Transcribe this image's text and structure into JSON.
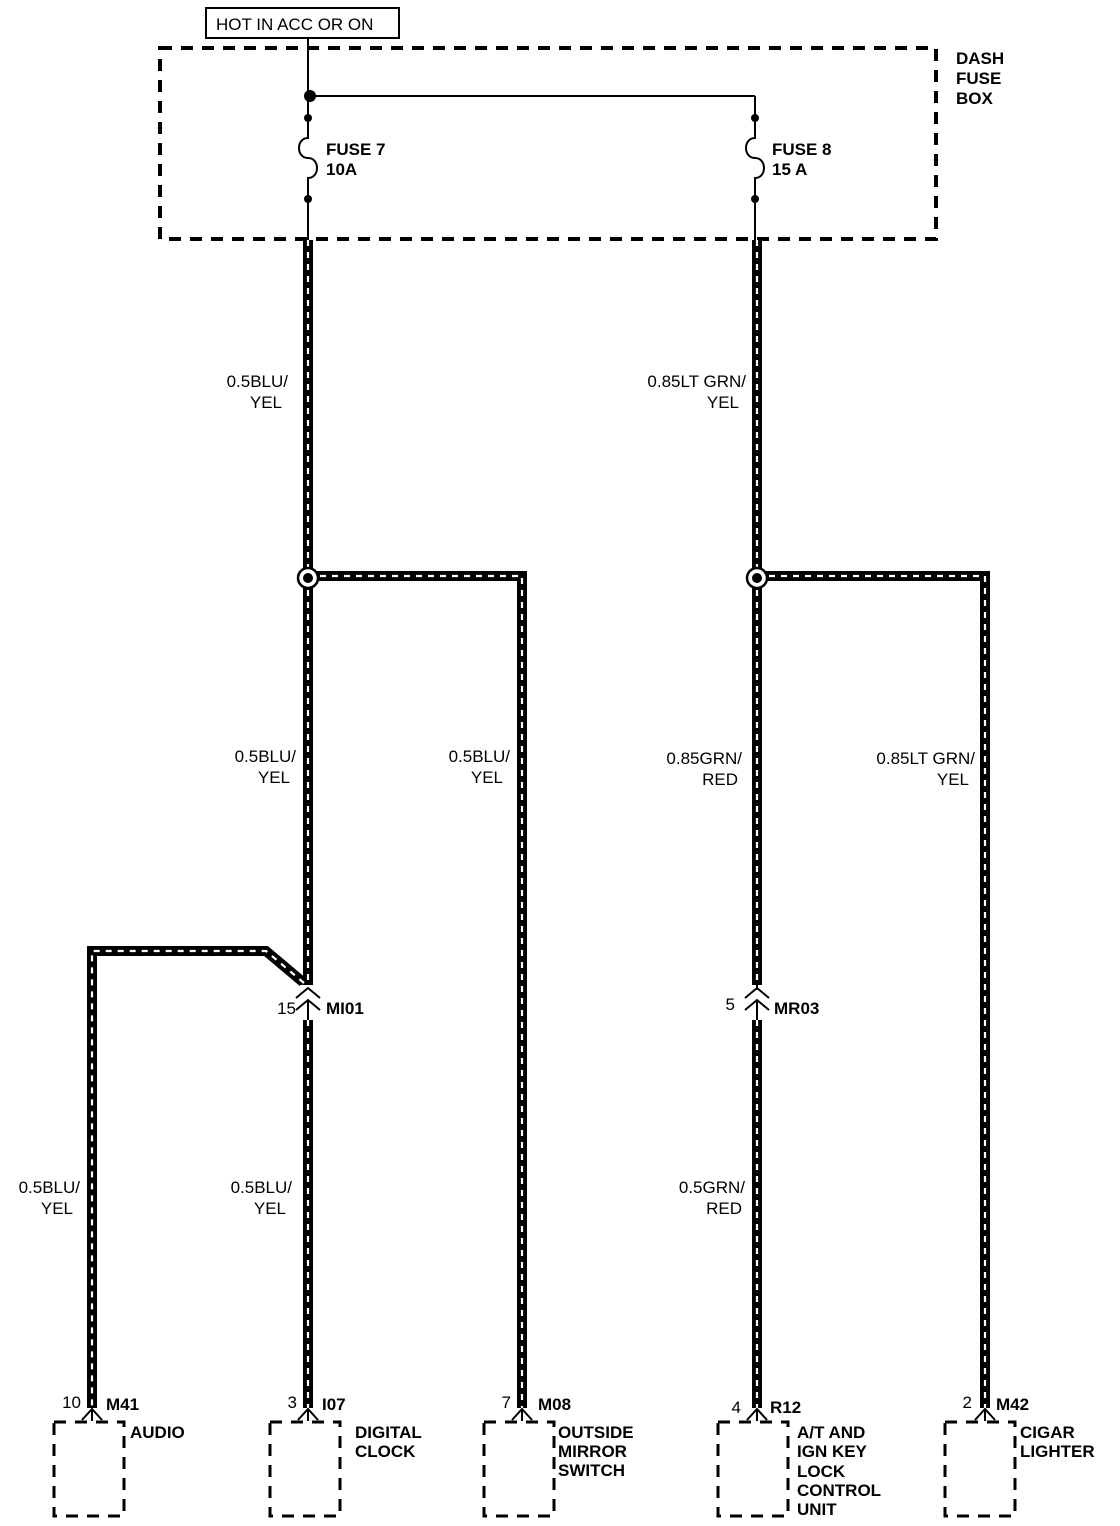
{
  "supply": {
    "label": "HOT IN ACC OR ON"
  },
  "fuse_box": {
    "label_lines": [
      "DASH",
      "FUSE",
      "BOX"
    ]
  },
  "fuses": [
    {
      "name": "FUSE 7",
      "rating": "10A"
    },
    {
      "name": "FUSE 8",
      "rating": "15 A"
    }
  ],
  "wires": {
    "fuse7_out": [
      "0.5BLU/",
      "YEL"
    ],
    "fuse8_out": [
      "0.85LT GRN/",
      "YEL"
    ],
    "to_mi01": [
      "0.5BLU/",
      "YEL"
    ],
    "to_m08": [
      "0.5BLU/",
      "YEL"
    ],
    "to_mr03": [
      "0.85GRN/",
      "RED"
    ],
    "to_m42": [
      "0.85LT GRN/",
      "YEL"
    ],
    "to_m41": [
      "0.5BLU/",
      "YEL"
    ],
    "to_i07": [
      "0.5BLU/",
      "YEL"
    ],
    "to_r12": [
      "0.5GRN/",
      "RED"
    ]
  },
  "inline_connectors": [
    {
      "pin": "15",
      "id": "MI01"
    },
    {
      "pin": "5",
      "id": "MR03"
    }
  ],
  "components": [
    {
      "pin": "10",
      "connector": "M41",
      "name_lines": [
        "AUDIO"
      ]
    },
    {
      "pin": "3",
      "connector": "I07",
      "name_lines": [
        "DIGITAL",
        "CLOCK"
      ]
    },
    {
      "pin": "7",
      "connector": "M08",
      "name_lines": [
        "OUTSIDE",
        "MIRROR",
        "SWITCH"
      ]
    },
    {
      "pin": "4",
      "connector": "R12",
      "name_lines": [
        "A/T AND",
        "IGN KEY",
        "LOCK",
        "CONTROL",
        "UNIT"
      ]
    },
    {
      "pin": "2",
      "connector": "M42",
      "name_lines": [
        "CIGAR",
        "LIGHTER"
      ]
    }
  ]
}
